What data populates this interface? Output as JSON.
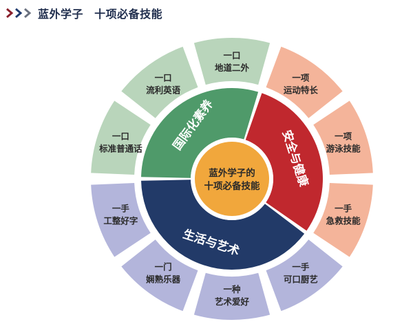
{
  "header": {
    "title_main": "蓝外学子",
    "title_sub": "十项必备技能"
  },
  "colors": {
    "chevron_1": "#8a1f2b",
    "chevron_2": "#1f3a6e",
    "chevron_3": "#6b7280",
    "international_ring": "#4f9a6a",
    "international_outer": "#b9d5bb",
    "safety_ring": "#c0282e",
    "safety_outer": "#f4b49a",
    "life_ring": "#223a68",
    "life_outer": "#b3b5db",
    "center": "#f1a73c"
  },
  "center": {
    "line1": "蓝外学子的",
    "line2": "十项必备技能"
  },
  "groups": [
    {
      "key": "international",
      "label": "国际化素养"
    },
    {
      "key": "safety",
      "label": "安全与健康"
    },
    {
      "key": "life",
      "label": "生活与艺术"
    }
  ],
  "skills": [
    {
      "group": "international",
      "line1": "一口",
      "line2": "标准普通话"
    },
    {
      "group": "international",
      "line1": "一口",
      "line2": "流利英语"
    },
    {
      "group": "international",
      "line1": "一口",
      "line2": "地道二外"
    },
    {
      "group": "safety",
      "line1": "一项",
      "line2": "运动特长"
    },
    {
      "group": "safety",
      "line1": "一项",
      "line2": "游泳技能"
    },
    {
      "group": "safety",
      "line1": "一手",
      "line2": "急救技能"
    },
    {
      "group": "life",
      "line1": "一手",
      "line2": "可口厨艺"
    },
    {
      "group": "life",
      "line1": "一种",
      "line2": "艺术爱好"
    },
    {
      "group": "life",
      "line1": "一门",
      "line2": "娴熟乐器"
    },
    {
      "group": "life",
      "line1": "一手",
      "line2": "工整好字"
    }
  ]
}
